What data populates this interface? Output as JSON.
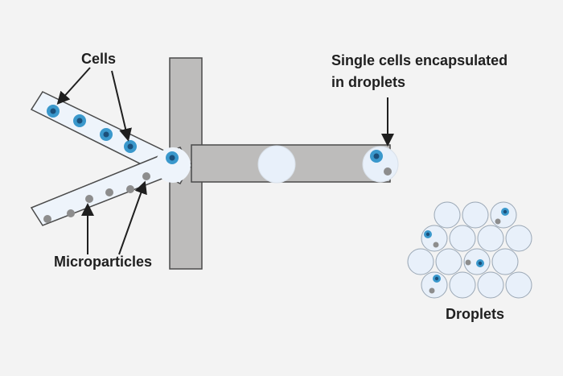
{
  "labels": {
    "cells": "Cells",
    "single_cells_line1": "Single cells encapsulated",
    "single_cells_line2": "in droplets",
    "microparticles": "Microparticles",
    "droplets": "Droplets"
  },
  "colors": {
    "background": "#f3f3f3",
    "channel_fill": "#bdbcbb",
    "channel_stroke": "#4a4a4a",
    "inlet_fill": "#eef4fb",
    "droplet_fill": "#e8f0fa",
    "droplet_stroke": "#9aa7b5",
    "cell_outer": "#3a98cc",
    "cell_nucleus": "#1b4f7a",
    "particle": "#8d8d8d",
    "text": "#1f1f1f"
  },
  "icons": {
    "cell": "cell-icon",
    "microparticle": "microparticle-icon",
    "arrow": "arrow-icon"
  }
}
